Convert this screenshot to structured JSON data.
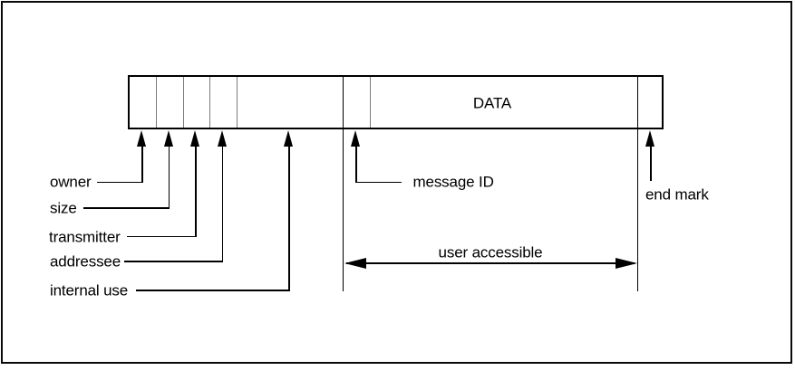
{
  "figure": {
    "bar_fields": [
      {
        "name": "owner"
      },
      {
        "name": "size"
      },
      {
        "name": "transmitter"
      },
      {
        "name": "addressee"
      },
      {
        "name": "internal use"
      },
      {
        "name": "message ID"
      },
      {
        "name": "DATA"
      },
      {
        "name": "end mark"
      }
    ],
    "labels": {
      "owner": "owner",
      "size": "size",
      "transmitter": "transmitter",
      "addressee": "addressee",
      "internal_use": "internal use",
      "message_id": "message ID",
      "end_mark": "end mark",
      "data_field": "DATA",
      "user_accessible": "user accessible"
    },
    "colors": {
      "line": "#000000",
      "divider": "#7a7a7a",
      "background": "#ffffff"
    }
  }
}
